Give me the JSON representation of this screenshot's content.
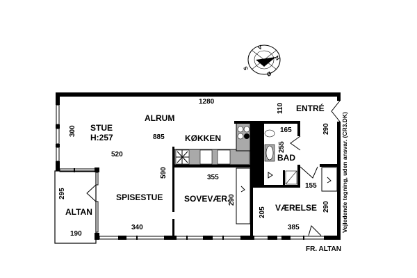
{
  "compass": {
    "letters": [
      "V",
      "N",
      "S",
      "Ø"
    ]
  },
  "rooms": {
    "stue": "STUE",
    "stue_height": "H:257",
    "alrum": "ALRUM",
    "kokken": "KØKKEN",
    "entre": "ENTRÉ",
    "bad": "BAD",
    "altan": "ALTAN",
    "spisestue": "SPISESTUE",
    "sovevaer": "SOVEVÆR.",
    "vaerelse": "VÆRELSE"
  },
  "dimensions": {
    "top_width": "1280",
    "stue_side": "300",
    "alrum": "885",
    "stue_width": "520",
    "entre_110": "110",
    "bad_165": "165",
    "bad_255": "255",
    "entre_290": "290",
    "spisestue_590": "590",
    "sovevaer_355": "355",
    "sovevaer_290": "290",
    "altan_295": "295",
    "altan_190": "190",
    "spisestue_340": "340",
    "hall_155": "155",
    "vaerelse_205": "205",
    "vaerelse_290": "290",
    "vaerelse_385": "385"
  },
  "labels": {
    "fr_altan": "FR. ALTAN",
    "disclaimer": "Vejledende tegning, uden ansvar. (CR3.DK)"
  }
}
